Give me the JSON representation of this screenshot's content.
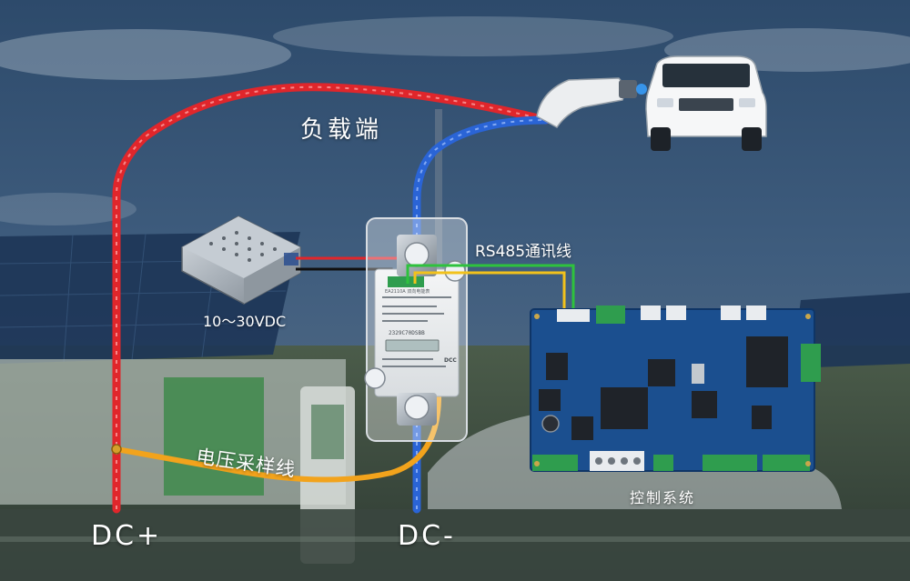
{
  "labels": {
    "load_end": "负载端",
    "rs485": "RS485通讯线",
    "psu_voltage": "10～30VDC",
    "voltage_sampling": "电压采样线",
    "control_system": "控制系统",
    "dc_plus": "DC+",
    "dc_minus": "DC-"
  },
  "meter": {
    "line1": "EA2110A 双向电能表",
    "line2": "2329C70DSBB",
    "brand": "DCC"
  },
  "colors": {
    "dc_plus_wire": "#e0262b",
    "dc_minus_wire": "#2a64d6",
    "sampling_wire": "#f2a31c",
    "rs485_a": "#2ec23d",
    "rs485_b": "#f2c21c",
    "pcb": "#1b4f8f",
    "terminal_green": "#2f9d4e"
  },
  "icons": [
    "power-supply-icon",
    "energy-meter-icon",
    "control-board-icon",
    "charging-gun-icon",
    "car-icon"
  ]
}
